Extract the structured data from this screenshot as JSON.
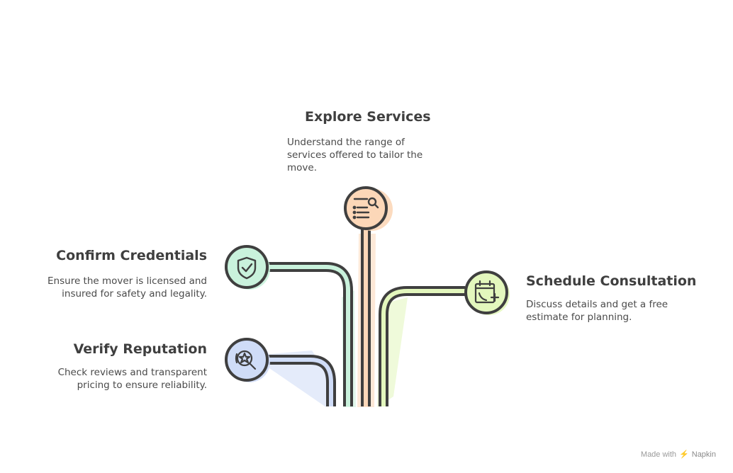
{
  "branches": [
    {
      "id": "explore",
      "title": "Explore Services",
      "description": "Understand the range of services offered to tailor the move.",
      "icon": "search-list-icon",
      "color": "#fcd7b8"
    },
    {
      "id": "credentials",
      "title": "Confirm Credentials",
      "description": "Ensure the mover is licensed and insured for safety and legality.",
      "icon": "shield-check-icon",
      "color": "#c9f2dc"
    },
    {
      "id": "consultation",
      "title": "Schedule Consultation",
      "description": "Discuss details and get a free estimate for planning.",
      "icon": "calendar-phone-icon",
      "color": "#e3f7bd"
    },
    {
      "id": "reputation",
      "title": "Verify Reputation",
      "description": "Check reviews and transparent pricing to ensure reliability.",
      "icon": "star-search-icon",
      "color": "#cfdcf7"
    }
  ],
  "watermark": {
    "prefix": "Made with",
    "brand": "Napkin"
  }
}
